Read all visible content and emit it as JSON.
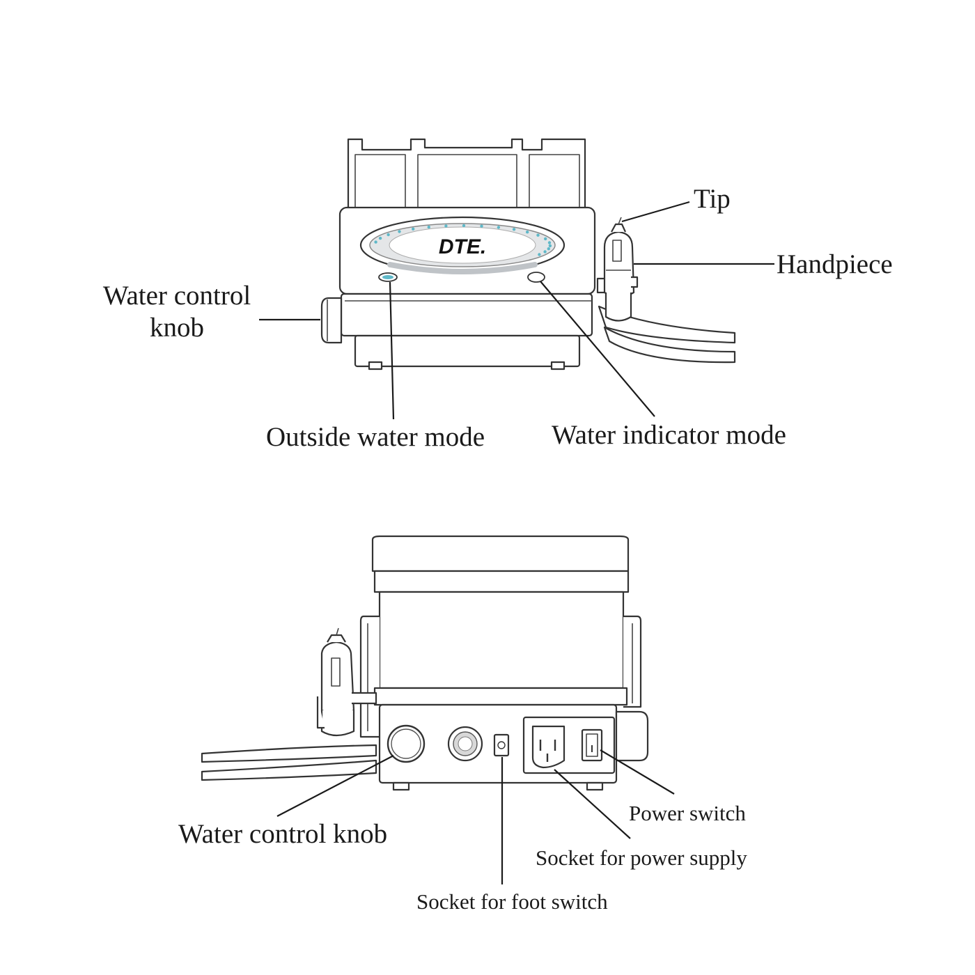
{
  "front_view": {
    "brand": "DTE.",
    "labels": {
      "tip": "Tip",
      "handpiece": "Handpiece",
      "water_control_knob_line1": "Water control",
      "water_control_knob_line2": "knob",
      "outside_water_mode": "Outside water mode",
      "water_indicator_mode": "Water indicator mode"
    },
    "accent_color": "#5fb8c8"
  },
  "rear_view": {
    "labels": {
      "water_control_knob": "Water control knob",
      "power_switch": "Power switch",
      "socket_power_supply": "Socket for power supply",
      "socket_foot_switch": "Socket for foot switch"
    }
  }
}
